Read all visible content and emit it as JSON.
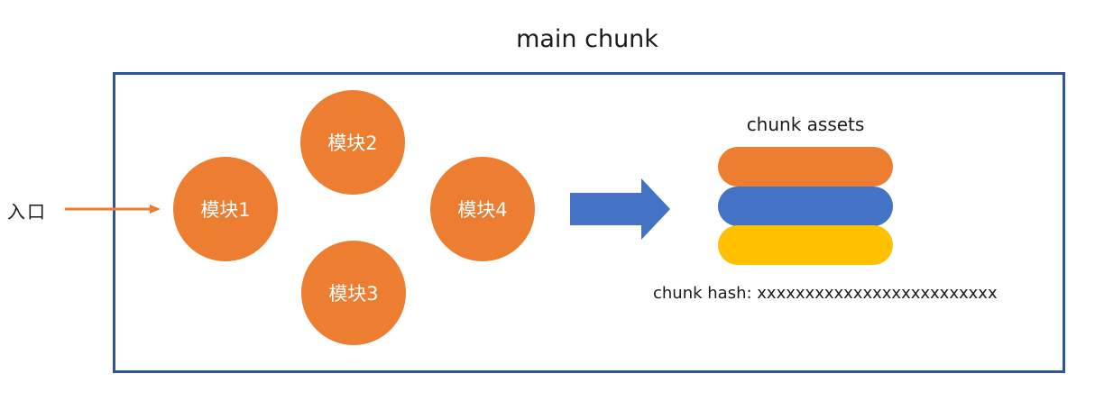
{
  "title": "main chunk",
  "entry": {
    "label": "入口"
  },
  "modules": [
    {
      "label": "模块1"
    },
    {
      "label": "模块2"
    },
    {
      "label": "模块3"
    },
    {
      "label": "模块4"
    }
  ],
  "assets": {
    "label": "chunk assets",
    "items": [
      {
        "color": "#ED7D31"
      },
      {
        "color": "#4472C4"
      },
      {
        "color": "#FFC000"
      }
    ]
  },
  "hash": {
    "label": "chunk hash: ",
    "value": "xxxxxxxxxxxxxxxxxxxxxxxxx"
  },
  "colors": {
    "module": "#ED7D31",
    "box_border": "#2F5597",
    "arrow": "#4472C4",
    "entry_arrow": "#ED7D31"
  }
}
